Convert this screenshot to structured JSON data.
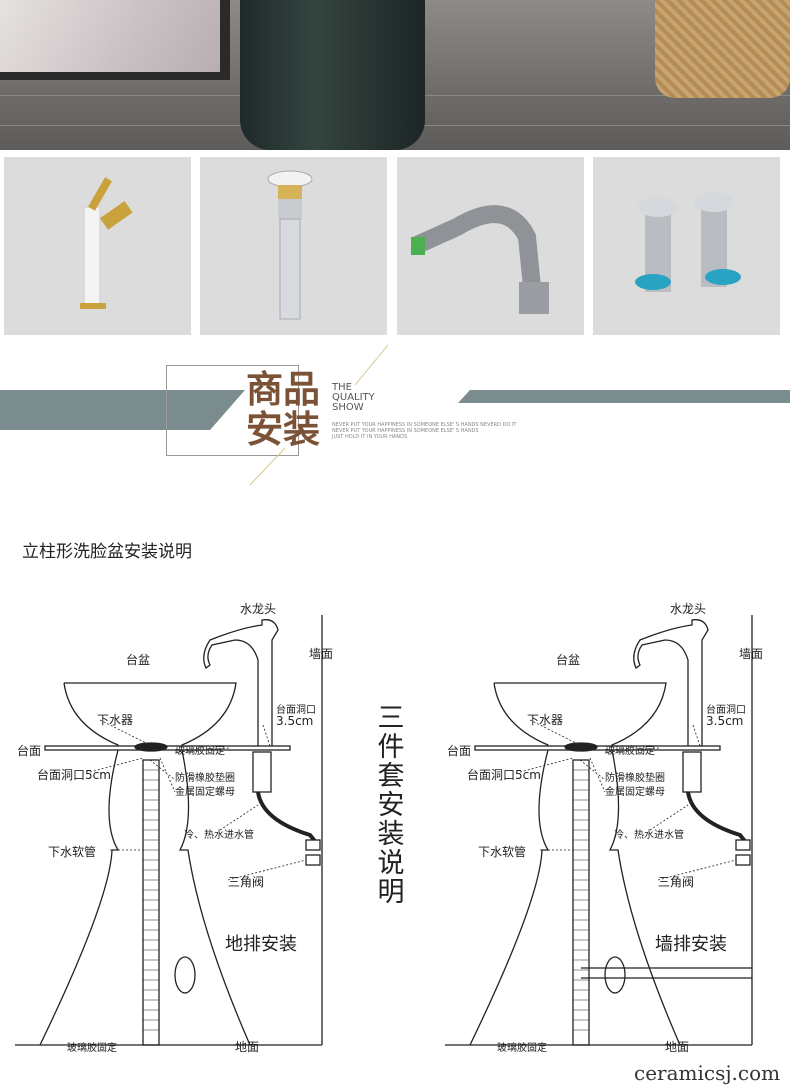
{
  "banner": {
    "title_line1": "商品",
    "title_line2": "安装",
    "en_line1": "THE",
    "en_line2": "QUALITY",
    "en_line3": "SHOW",
    "tag1": "NEVER PUT YOUR HAPPINESS IN SOMEONE ELSE' S HANDS NEVERD DO IT",
    "tag2": "NEVER PUT YOUR HAPPINESS IN SOMEONE ELSE' S HANDS",
    "tag3": "JUST HOLD IT IN YOUR HANDS"
  },
  "colors": {
    "accent": "#7b5236",
    "band": "#7b8c8e"
  },
  "thumbnails": [
    "faucet",
    "pop-up-drain",
    "drain-hose",
    "angle-valves"
  ],
  "diagram": {
    "title": "立柱形洗脸盆安装说明",
    "center_title": "三件套安装说明",
    "left": {
      "faucet": "水龙头",
      "wall": "墙面",
      "basin": "台盆",
      "drain": "下水器",
      "hole_small": "台面洞口",
      "hole_small_size": "3.5cm",
      "counter": "台面",
      "glue": "玻璃胶固定",
      "hole_big": "台面洞口5cm",
      "gasket": "防滑橡胶垫圈",
      "nut": "金属固定螺母",
      "inlet": "冷、热水进水管",
      "hose": "下水软管",
      "valve": "三角阀",
      "mode": "地排安装",
      "glue_floor": "玻璃胶固定",
      "floor": "地面"
    },
    "right": {
      "faucet": "水龙头",
      "wall": "墙面",
      "basin": "台盆",
      "drain": "下水器",
      "hole_small": "台面洞口",
      "hole_small_size": "3.5cm",
      "counter": "台面",
      "glue": "玻璃胶固定",
      "hole_big": "台面洞口5cm",
      "gasket": "防滑橡胶垫圈",
      "nut": "金属固定螺母",
      "inlet": "冷、热水进水管",
      "hose": "下水软管",
      "valve": "三角阀",
      "mode": "墙排安装",
      "glue_floor": "玻璃胶固定",
      "floor": "地面"
    }
  },
  "watermark": "ceramicsj.com"
}
